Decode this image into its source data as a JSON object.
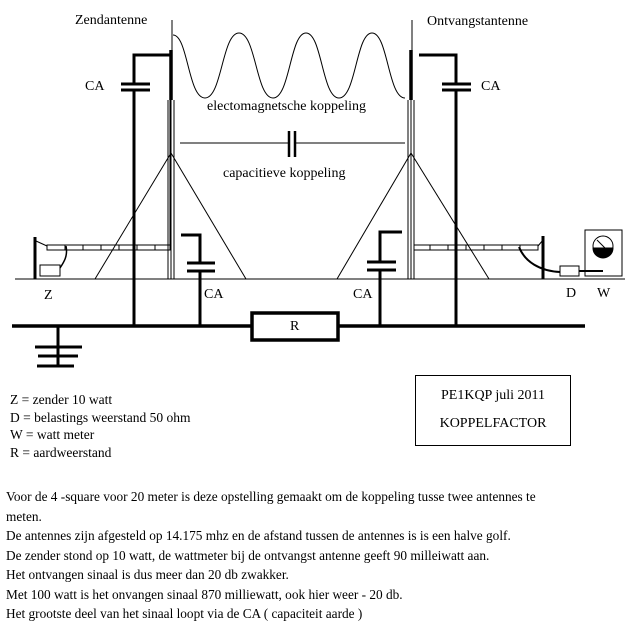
{
  "labels": {
    "transmit_antenna": "Zendantenne",
    "receive_antenna": "Ontvangstantenne",
    "em_coupling": "electomagnetsche koppeling",
    "cap_coupling": "capacitieve koppeling",
    "ca": "CA",
    "z": "Z",
    "d": "D",
    "w": "W",
    "r": "R"
  },
  "legend": [
    "Z  = zender 10 watt",
    "D = belastings weerstand  50 ohm",
    "W = watt meter",
    "R =  aardweerstand"
  ],
  "infobox": {
    "line1": "PE1KQP  juli  2011",
    "line2": "KOPPELFACTOR"
  },
  "description": [
    "Voor de 4 -square voor 20 meter is deze opstelling gemaakt om de koppeling tusse twee antennes te",
    "meten.",
    "De antennes zijn afgesteld op 14.175 mhz en de afstand tussen de antennes is is een halve golf.",
    "De zender stond op 10 watt, de wattmeter bij de ontvangst antenne geeft 90 milleiwatt aan.",
    "Het ontvangen sinaal is dus meer dan 20 db zwakker.",
    "Met 100 watt is het onvangen sinaal 870 milliewatt, ook hier weer - 20 db.",
    "Het grootste deel van het sinaal loopt via de CA ( capaciteit aarde )"
  ]
}
